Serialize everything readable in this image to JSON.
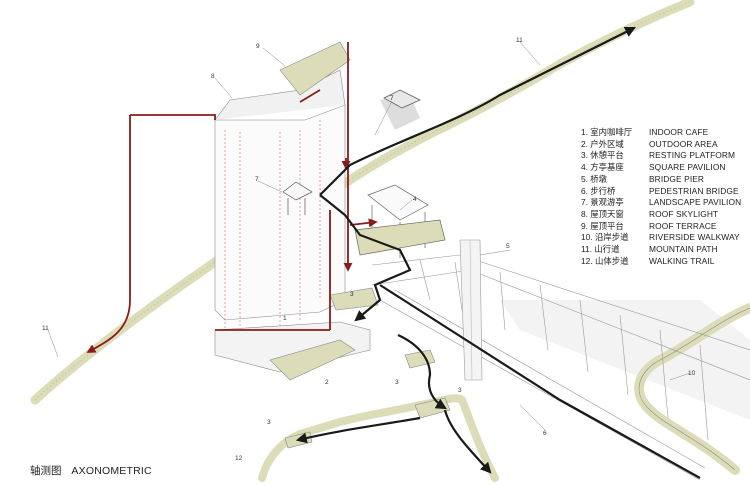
{
  "legend": [
    {
      "cn": "1. 室内咖啡厅",
      "en": "INDOOR CAFE"
    },
    {
      "cn": "2. 户外区域",
      "en": "OUTDOOR AREA"
    },
    {
      "cn": "3. 休憩平台",
      "en": "RESTING PLATFORM"
    },
    {
      "cn": "4. 方亭基座",
      "en": "SQUARE PAVILION"
    },
    {
      "cn": "5. 桥墩",
      "en": "BRIDGE PIER"
    },
    {
      "cn": "6. 步行桥",
      "en": "PEDESTRIAN BRIDGE"
    },
    {
      "cn": "7. 景观游亭",
      "en": "LANDSCAPE PAVILION"
    },
    {
      "cn": "8. 屋顶天窗",
      "en": "ROOF SKYLIGHT"
    },
    {
      "cn": "9. 屋顶平台",
      "en": "ROOF TERRACE"
    },
    {
      "cn": "10. 沿岸步道",
      "en": "RIVERSIDE WALKWAY"
    },
    {
      "cn": "11. 山行道",
      "en": "MOUNTAIN PATH"
    },
    {
      "cn": "12. 山体步道",
      "en": "WALKING TRAIL"
    }
  ],
  "callouts": {
    "c1": "1",
    "c2": "2",
    "c3a": "3",
    "c3b": "3",
    "c3c": "3",
    "c3d": "3",
    "c4": "4",
    "c5": "5",
    "c6": "6",
    "c7a": "7",
    "c7b": "7",
    "c8": "8",
    "c9": "9",
    "c10": "10",
    "c11a": "11",
    "c11b": "11",
    "c12": "12"
  },
  "caption": {
    "cn": "轴测图",
    "en": "AXONOMETRIC"
  },
  "colors": {
    "path_fill": "#dcdcb8",
    "route_black": "#1a1a1a",
    "route_red": "#8b1a1a",
    "structure": "#9a9a9a",
    "shadow": "#d2d2d2"
  }
}
